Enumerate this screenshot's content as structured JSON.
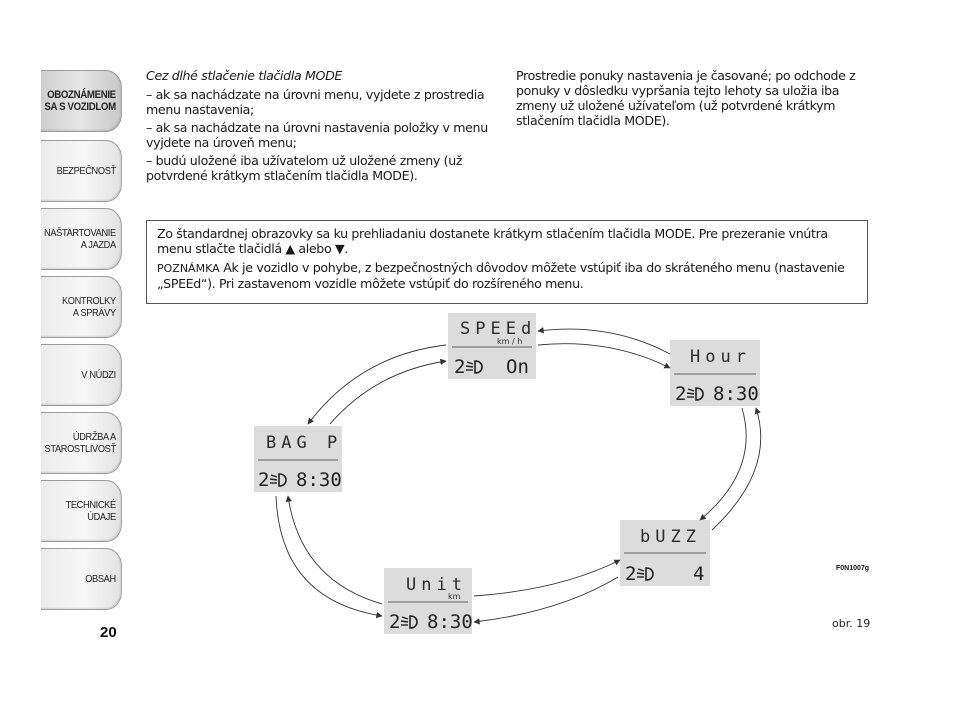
{
  "sidebar": {
    "tabs": [
      {
        "label": "OBOZNÁMENIE\nSA S VOZIDLOM",
        "active": true
      },
      {
        "label": "BEZPEČNOSŤ"
      },
      {
        "label": "NAŠTARTOVANIE\nA JAZDA"
      },
      {
        "label": "KONTROLKY\nA SPRÁVY"
      },
      {
        "label": "V NÚDZI"
      },
      {
        "label": "ÚDRŽBA A\nSTAROSTLIVOSŤ"
      },
      {
        "label": "TECHNICKÉ\nÚDAJE"
      },
      {
        "label": "OBSAH"
      }
    ],
    "page_number": "20"
  },
  "text": {
    "lead": "Cez dlhé stlačenie tlačidla MODE",
    "para1": "– ak sa nachádzate na úrovni menu, vyjdete z prostredia menu nastavenia;",
    "para2": "– ak sa nachádzate na úrovni nastavenia položky v menu vyjdete na úroveň menu;",
    "para3": "– budú uložené iba užívatelom už uložené zmeny (už potvrdené krátkym stlačením tlačidla MODE).",
    "right": "Prostredie ponuky nastavenia je časované; po odchode z ponuky v dôsledku vypršania tejto lehoty sa uložia iba zmeny už uložené užívateľom (už potvrdené krátkym stlačením tlačidla MODE)."
  },
  "infobox": {
    "para1": "Zo štandardnej obrazovky sa ku prehliadaniu dostanete krátkym stlačením tlačidla MODE. Pre prezeranie vnútra menu stlačte tlačidlá ▲ alebo ▼.",
    "note_label": "POZNÁMKA",
    "note_text": " Ak je vozidlo v pohybe, z bezpečnostných dôvodov môžete vstúpiť iba do skráteného menu (nastavenie „SPEEd“). Pri zastavenom vozidle môžete vstúpiť do rozšíreného menu."
  },
  "diagram": {
    "displays": [
      {
        "id": "speed",
        "top": "SPEEd",
        "unit": "km / h",
        "bottom_left": "2",
        "bottom_right": "On"
      },
      {
        "id": "hour",
        "top": "Hour",
        "unit": "",
        "bottom_left": "2",
        "bottom_right": "8:30"
      },
      {
        "id": "buzz",
        "top": "bUZZ",
        "unit": "",
        "bottom_left": "2",
        "bottom_right": "4"
      },
      {
        "id": "unit",
        "top": "Unit",
        "unit": "km",
        "bottom_left": "2",
        "bottom_right": "8:30"
      },
      {
        "id": "bag",
        "top": "BAG P",
        "unit": "",
        "bottom_left": "2",
        "bottom_right": "8:30"
      }
    ],
    "figure_code": "F0N1007g",
    "caption": "obr. 19"
  }
}
